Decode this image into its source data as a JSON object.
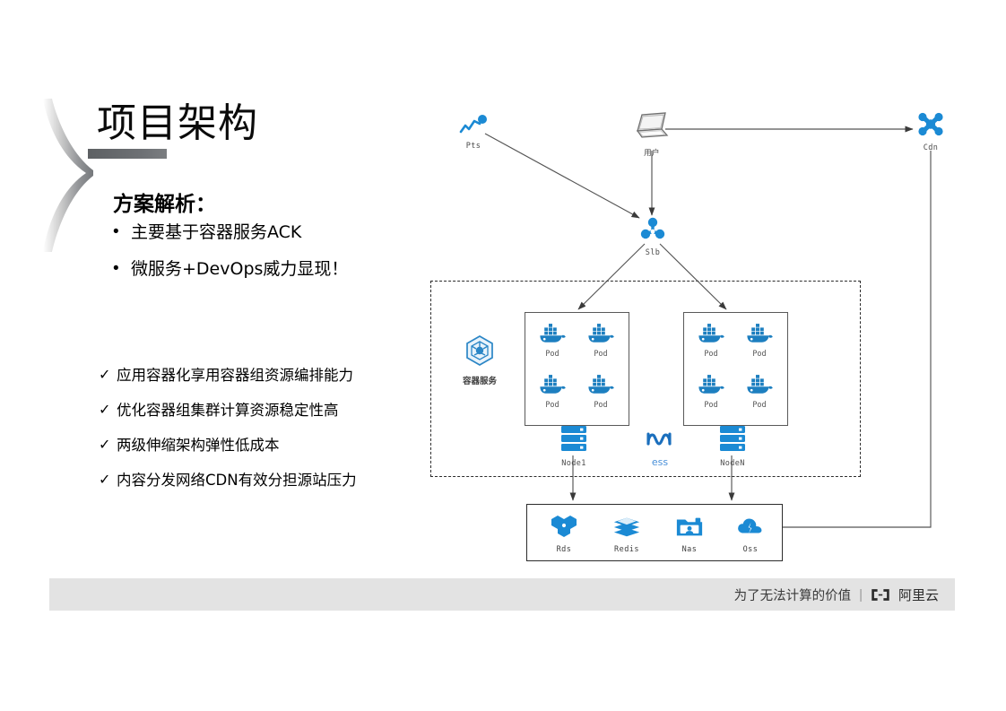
{
  "slide": {
    "title": "项目架构",
    "headline": "方案解析：",
    "bullet_marker": "•",
    "check_marker": "✓",
    "bullets": [
      {
        "text": "主要基于容器服务ACK"
      },
      {
        "text": "微服务+DevOps威力显现！"
      }
    ],
    "checks": [
      {
        "text": "应用容器化享用容器组资源编排能力"
      },
      {
        "text": "优化容器组集群计算资源稳定性高"
      },
      {
        "text": "两级伸缩架构弹性低成本"
      },
      {
        "text": "内容分发网络CDN有效分担源站压力"
      }
    ]
  },
  "footer": {
    "slogan": "为了无法计算的价值",
    "separator": "|",
    "brand": "阿里云"
  },
  "diagram": {
    "nodes": {
      "pts": {
        "label": "Pts",
        "icon": "performance-test-icon"
      },
      "user": {
        "label": "用户",
        "icon": "laptop-icon"
      },
      "cdn": {
        "label": "Cdn",
        "icon": "cdn-icon"
      },
      "slb": {
        "label": "Slb",
        "icon": "load-balancer-icon"
      },
      "container_service": {
        "label": "容器服务",
        "icon": "kubernetes-hex-icon"
      },
      "node1": {
        "label": "Node1",
        "icon": "server-stack-icon"
      },
      "nodeN": {
        "label": "NodeN",
        "icon": "server-stack-icon"
      },
      "ess": {
        "label": "ess",
        "icon": "elastic-scaling-icon"
      }
    },
    "pods": {
      "label": "Pod",
      "icon": "docker-whale-icon",
      "node1": [
        "Pod",
        "Pod",
        "Pod",
        "Pod"
      ],
      "nodeN": [
        "Pod",
        "Pod",
        "Pod",
        "Pod"
      ]
    },
    "storage": [
      {
        "label": "Rds",
        "icon": "rds-database-icon"
      },
      {
        "label": "Redis",
        "icon": "redis-layers-icon"
      },
      {
        "label": "Nas",
        "icon": "nas-folder-icon"
      },
      {
        "label": "Oss",
        "icon": "oss-cloud-icon"
      }
    ],
    "colors": {
      "accent_blue": "#1b8ad4",
      "docker_blue": "#1d7fc0",
      "line_gray": "#555555",
      "footer_bg": "#e3e3e3",
      "title_bar": "#6e7175"
    }
  }
}
